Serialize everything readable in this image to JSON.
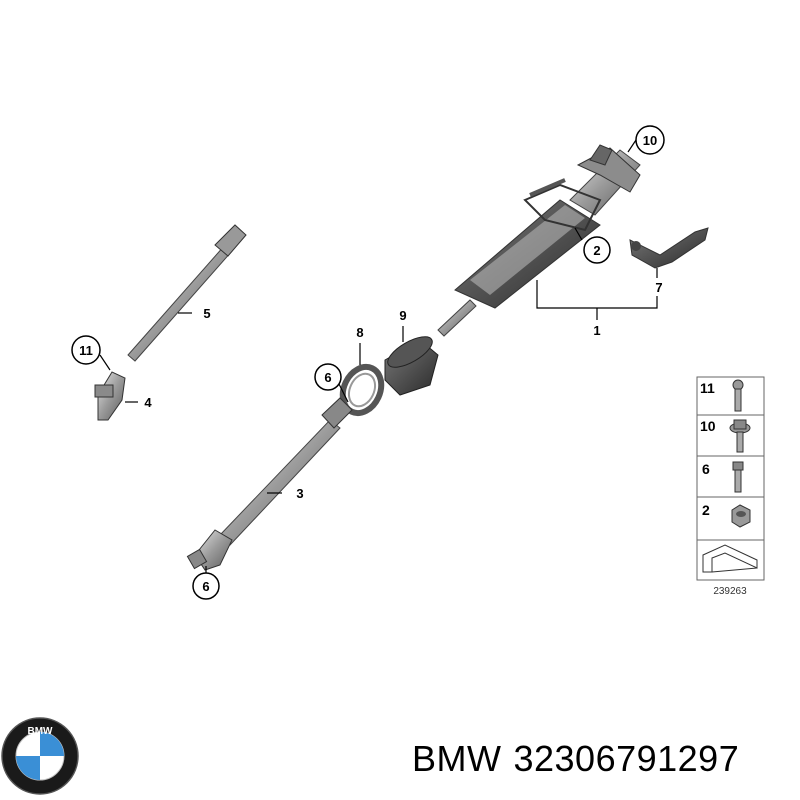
{
  "callouts": {
    "c1": "1",
    "c2": "2",
    "c3": "3",
    "c4": "4",
    "c5": "5",
    "c6a": "6",
    "c6b": "6",
    "c7": "7",
    "c8": "8",
    "c9": "9",
    "c10": "10",
    "c11": "11"
  },
  "legend": {
    "items": [
      "11",
      "10",
      "6",
      "2"
    ],
    "ref_number": "239263"
  },
  "footer": {
    "brand": "BMW",
    "part_number": "32306791297"
  },
  "logo": {
    "text": "BMW",
    "colors": {
      "blue": "#3a8fd6",
      "white": "#ffffff",
      "ring": "#1a1a1a"
    }
  }
}
